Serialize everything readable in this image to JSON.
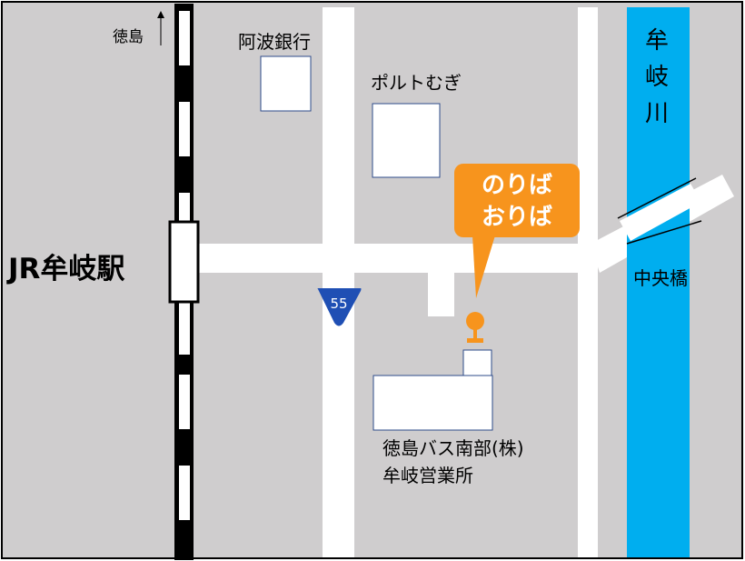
{
  "labels": {
    "tokushima_arrow": "徳島",
    "station": "JR牟岐駅",
    "bank": "阿波銀行",
    "store": "ポルトむぎ",
    "river": [
      "牟",
      "岐",
      "川"
    ],
    "bridge": "中央橋",
    "route_number": "55",
    "bus_stop_callout": [
      "のりば",
      "おりば"
    ],
    "bus_office": [
      "徳島バス南部(株)",
      "牟岐営業所"
    ]
  },
  "colors": {
    "background_block": "#cfcdce",
    "road": "#ffffff",
    "river": "#00aeef",
    "callout": "#f7941d",
    "route_shield": "#1f4fb4",
    "building_border": "#2e4b8a"
  }
}
